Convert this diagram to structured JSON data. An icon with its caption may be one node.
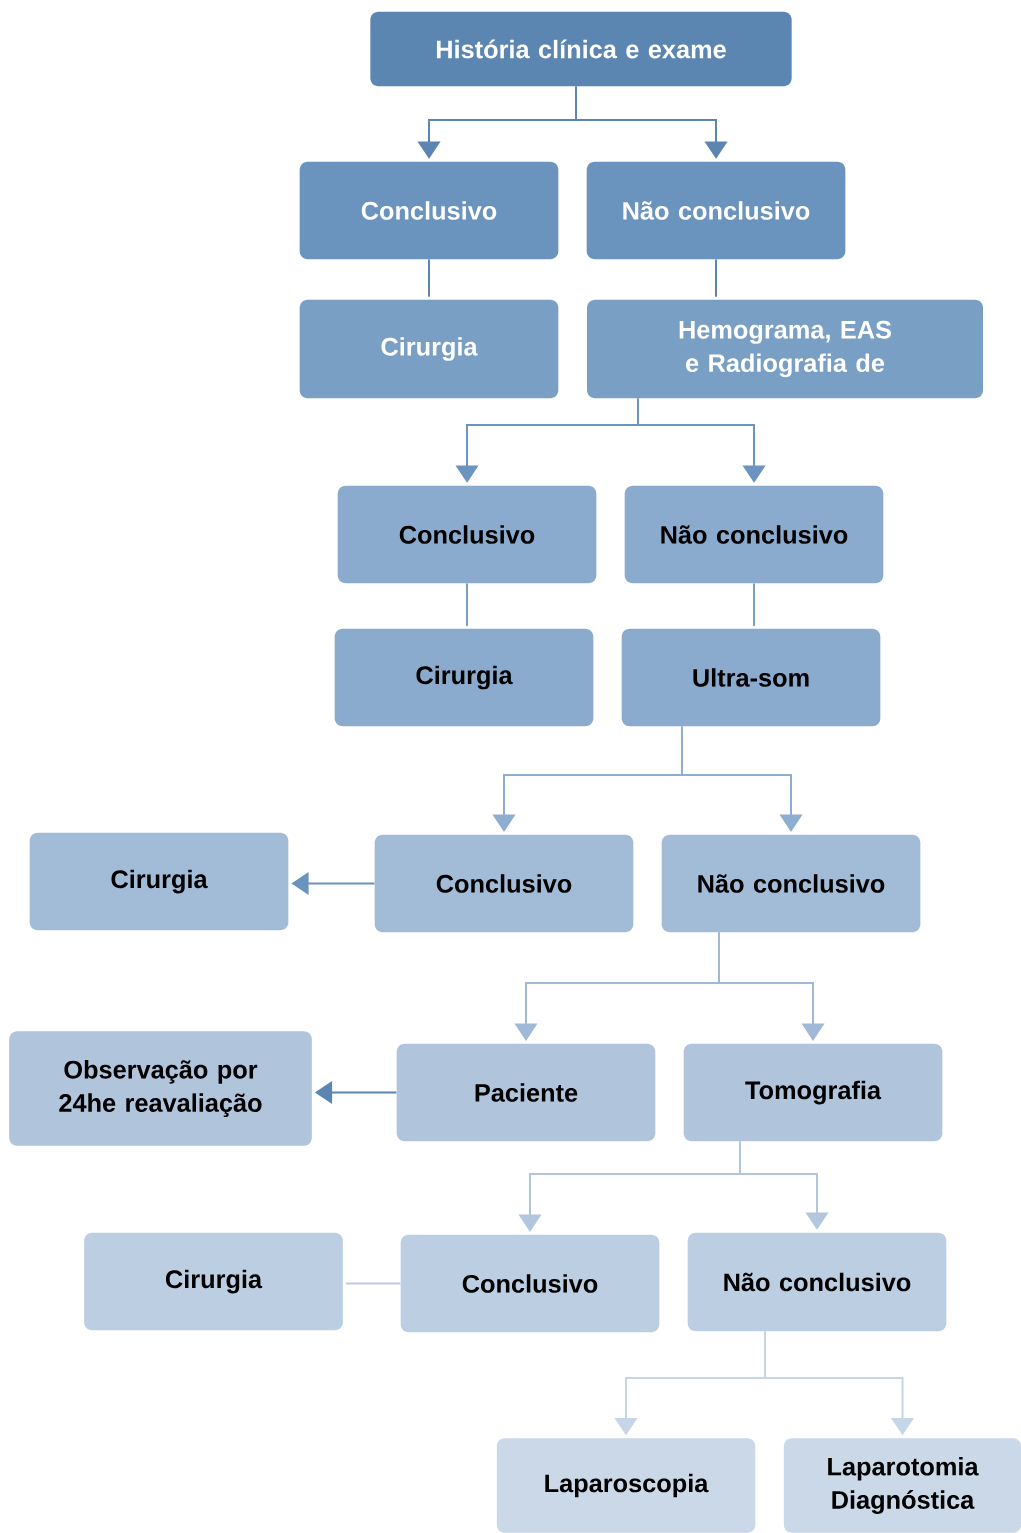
{
  "diagram": {
    "nodes": [
      {
        "text": [
          "História clínica e exame"
        ]
      },
      {
        "text": [
          "Conclusivo"
        ]
      },
      {
        "text": [
          "Não conclusivo"
        ]
      },
      {
        "text": [
          "Cirurgia"
        ]
      },
      {
        "text": [
          "Hemograma, EAS e Radiografia de"
        ]
      },
      {
        "text": [
          "Conclusivo"
        ]
      },
      {
        "text": [
          "Não conclusivo"
        ]
      },
      {
        "text": [
          "Cirurgia"
        ]
      },
      {
        "text": [
          "Ultra-som"
        ]
      },
      {
        "text": [
          "Cirurgia"
        ]
      },
      {
        "text": [
          "Conclusivo"
        ]
      },
      {
        "text": [
          "Não conclusivo"
        ]
      },
      {
        "text": [
          "Observação por 24he reavaliação"
        ]
      },
      {
        "text": [
          "Paciente"
        ]
      },
      {
        "text": [
          "Tomografia"
        ]
      },
      {
        "text": [
          "Cirurgia"
        ]
      },
      {
        "text": [
          "Conclusivo"
        ]
      },
      {
        "text": [
          "Não conclusivo"
        ]
      },
      {
        "text": [
          "Laparoscopia"
        ]
      },
      {
        "text": [
          "Laparotomia Diagnóstica"
        ]
      }
    ],
    "edges": [
      {
        "from": 0,
        "to": 1,
        "arrow": "to",
        "color": "#5b86b2"
      },
      {
        "from": 0,
        "to": 2,
        "arrow": "to",
        "color": "#5b86b2"
      },
      {
        "from": 1,
        "to": 3,
        "arrow": "none",
        "color": "#5b86b2"
      },
      {
        "from": 2,
        "to": 4,
        "arrow": "none",
        "color": "#5b86b2"
      },
      {
        "from": 4,
        "to": 5,
        "arrow": "to",
        "color": "#6b94c0"
      },
      {
        "from": 4,
        "to": 6,
        "arrow": "to",
        "color": "#6b94c0"
      },
      {
        "from": 5,
        "to": 7,
        "arrow": "none",
        "color": "#7a9fc4"
      },
      {
        "from": 6,
        "to": 8,
        "arrow": "none",
        "color": "#7a9fc4"
      },
      {
        "from": 8,
        "to": 10,
        "arrow": "to",
        "color": "#8eadd0"
      },
      {
        "from": 8,
        "to": 11,
        "arrow": "to",
        "color": "#8eadd0"
      },
      {
        "from": 10,
        "to": 9,
        "arrow": "to",
        "color": "#6a93bd"
      },
      {
        "from": 11,
        "to": 13,
        "arrow": "to",
        "color": "#a0b9d6"
      },
      {
        "from": 11,
        "to": 14,
        "arrow": "to",
        "color": "#a0b9d6"
      },
      {
        "from": 13,
        "to": 12,
        "arrow": "to",
        "color": "#5b86b2"
      },
      {
        "from": 14,
        "to": 16,
        "arrow": "to",
        "color": "#b2c6de"
      },
      {
        "from": 14,
        "to": 17,
        "arrow": "to",
        "color": "#b2c6de"
      },
      {
        "from": 16,
        "to": 15,
        "arrow": "none",
        "color": "#bccee2"
      },
      {
        "from": 17,
        "to": 18,
        "arrow": "to",
        "color": "#c6d5e8"
      },
      {
        "from": 17,
        "to": 19,
        "arrow": "to",
        "color": "#c6d5e8"
      }
    ]
  }
}
